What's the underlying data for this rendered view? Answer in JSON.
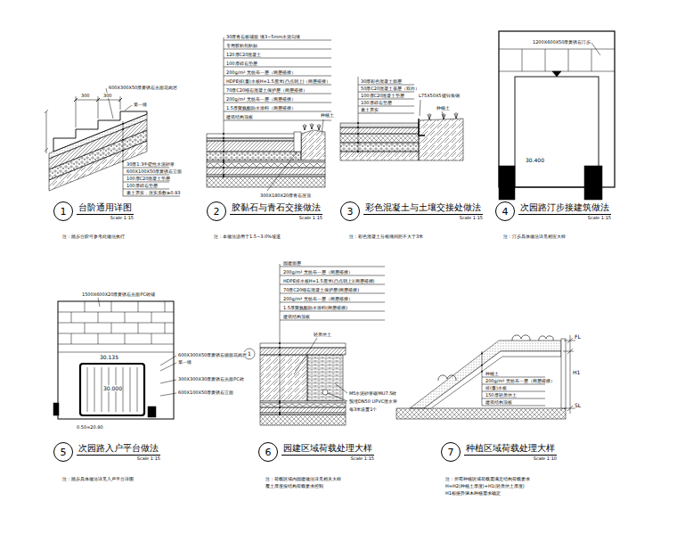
{
  "diagram": {
    "nodes": [
      {
        "text": [
          "1",
          "台阶通用详图",
          "Scale 1:15"
        ]
      },
      {
        "text": [
          "2",
          "胶黏石与青石交接做法",
          "Scale 1:15"
        ]
      },
      {
        "text": [
          "3",
          "彩色混凝土与土壤交接处做法",
          "Scale 1:15"
        ]
      },
      {
        "text": [
          "4",
          "次园路汀步接建筑做法",
          "Scale 1:15"
        ]
      },
      {
        "text": [
          "5",
          "次园路入户平台做法",
          "Scale 1:15"
        ]
      },
      {
        "text": [
          "6",
          "园建区域荷载处理大样",
          "Scale 1:15"
        ]
      },
      {
        "text": [
          "7",
          "种植区域荷载处理大样",
          "Scale 1:10"
        ]
      }
    ],
    "labels": [
      "300",
      "300",
      "600X300X50厚黄锈石光面花岗岩",
      "第一级",
      "30厚1:3干硬性水泥砂浆",
      "600X100X50厚黄锈石立面",
      "100厚C20混凝土垫层",
      "100厚碎石垫层",
      "素土夯实，压实系数≥0.93",
      "注：踏步台阶可参考此做法执行",
      "30厚青石板铺面 缝3~5mm水泥勾缝",
      "专用胶粘剂粘贴",
      "120厚C20混凝土",
      "100厚碎石垫层",
      "200g/m² 无纺布一层（两层搭接）",
      "HDPE排(蓄)水板H=1.5厘米(凸点朝上)（两层搭接）",
      "70厚C20细石混凝土保护层（两层搭接）",
      "200g/m² 无纺布一层（两层搭接）",
      "1.5厚聚氨酯防水涂料（两层搭接）",
      "建筑结构顶板",
      "300X180X20厚青石压顶",
      "种植土",
      "注：本做法适用于1.5~3.0%坡道",
      "30厚彩色混凝土面层",
      "50厚C20混凝土基层（双向）",
      "100厚C20混凝土垫层",
      "100厚碎石垫层",
      "素土夯实",
      "L75X50X5镀锌角钢",
      "种植土",
      "注：彩色混凝土分格缝间距不大于3米",
      "1200X600X50厚黄锈石汀步",
      "30.400",
      "注：汀步具体做法详见相应大样",
      "1500X600X20厚黄锈石光面PC砖铺",
      "30.135",
      "30.000",
      "600X300X50厚黄锈石烧面花岗岩",
      "第一级",
      "300X300X30厚黄锈石光面PC砖",
      "600X100X50厚黄锈石立面",
      "1",
      "0.50=20.90",
      "注：踏步具体做法详见入户平台详图",
      "园建面层",
      "200g/m² 无纺布一层（两层搭接）",
      "HDPE排水板H=1.5厘米(凸点朝上)(两层搭接)",
      "70厚C20细石混凝土保护层(两层搭接)",
      "200g/m² 无纺布一层（两层搭接）",
      "1.5厚聚氨酯防水涂料(两层搭接)",
      "建筑结构顶板",
      "轻质填土",
      "M5水泥砂浆砌MU7.5砖",
      "预埋DN50 UPVC泄水管",
      "每3米设置1个",
      "注：荷载区域内园建做法详见相关大样",
      "覆土厚度按结构荷载要求控制",
      "FL",
      "SL",
      "H1",
      "种植土",
      "200g/m² 无纺布一层（两层搭接）",
      "排(蓄)水板",
      "150厚轻质填土",
      "建筑结构顶板",
      "注：所有种植区域荷载需满足结构荷载要求",
      "H=H2(种植土厚度)+H1(轻质填土厚度)",
      "H1根据乔灌木种植需求确定"
    ]
  }
}
